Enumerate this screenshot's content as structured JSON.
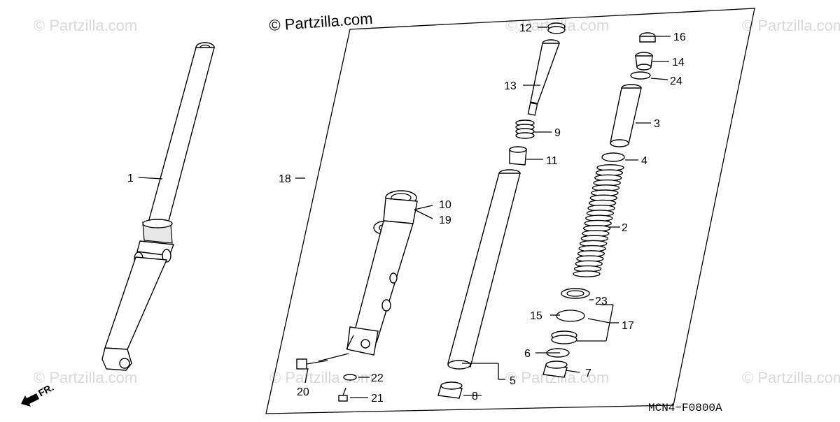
{
  "watermark": {
    "text": "© Partzilla.com"
  },
  "copyright": {
    "text": "© Partzilla.com"
  },
  "diagram_code": "MCN4−F0800A",
  "direction_label": "FR.",
  "callouts": {
    "c1": "1",
    "c2": "2",
    "c3": "3",
    "c4": "4",
    "c5": "5",
    "c6": "6",
    "c7": "7",
    "c8": "8",
    "c9": "9",
    "c10": "10",
    "c11": "11",
    "c12": "12",
    "c13": "13",
    "c14": "14",
    "c15": "15",
    "c16": "16",
    "c17": "17",
    "c18": "18",
    "c19": "19",
    "c20": "20",
    "c21": "21",
    "c22": "22",
    "c23": "23",
    "c24": "24"
  }
}
